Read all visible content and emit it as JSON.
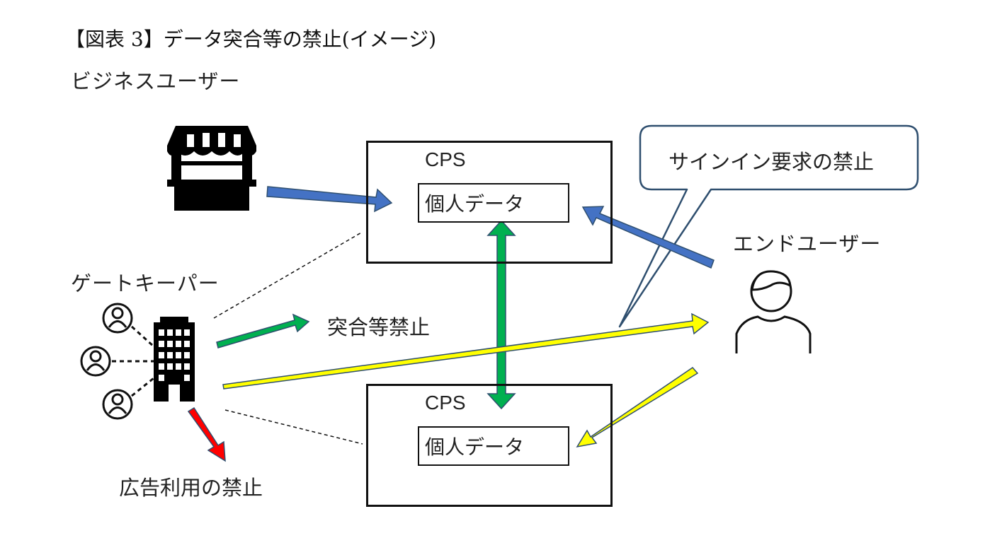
{
  "title": "【図表 3】データ突合等の禁止(イメージ)",
  "labels": {
    "business_user": "ビジネスユーザー",
    "gatekeeper": "ゲートキーパー",
    "end_user": "エンドユーザー",
    "matching_ban": "突合等禁止",
    "ad_use_ban": "広告利用の禁止",
    "signin_ban": "サインイン要求の禁止"
  },
  "cps_top": {
    "label": "CPS",
    "data": "個人データ"
  },
  "cps_bottom": {
    "label": "CPS",
    "data": "個人データ"
  },
  "colors": {
    "blue_arrow": "#4472C4",
    "green_arrow": "#00B050",
    "yellow_arrow": "#FFFF00",
    "red_arrow": "#FF0000",
    "outline": "#2F4F6F"
  },
  "icons": [
    "store-icon",
    "building-icon",
    "person-circle-icon",
    "end-user-icon"
  ]
}
